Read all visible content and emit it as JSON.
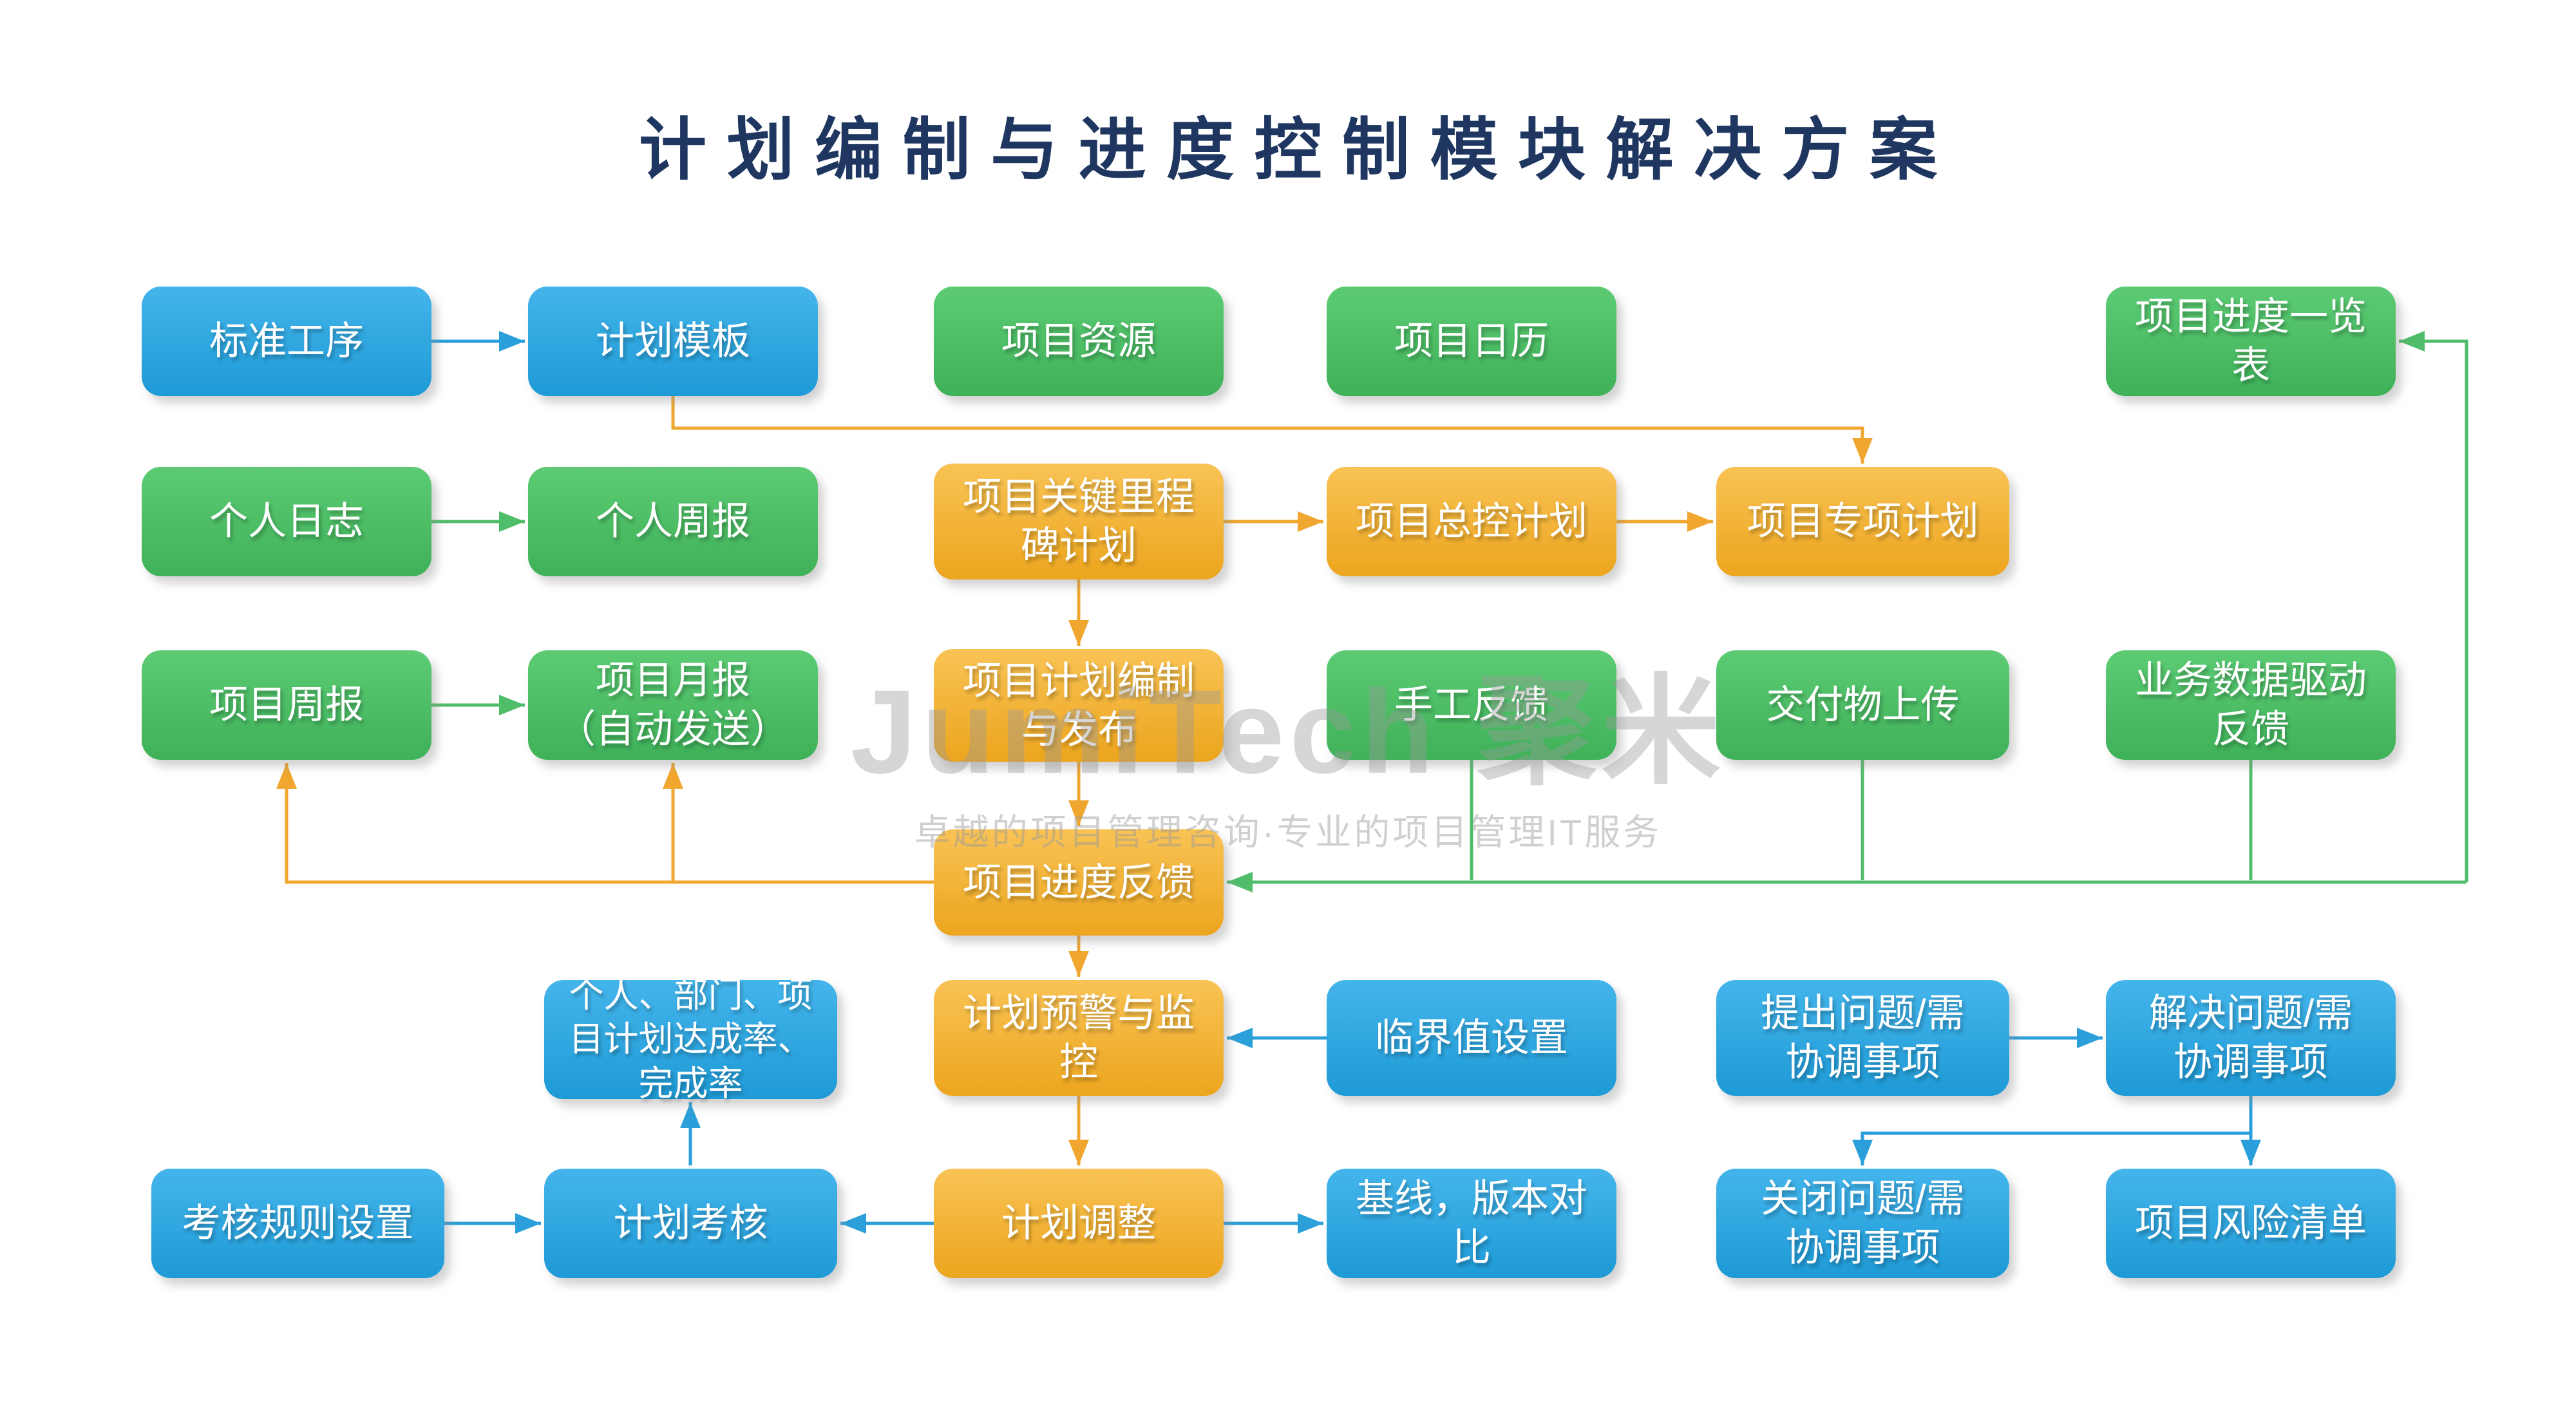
{
  "title": "计划编制与进度控制模块解决方案",
  "watermark": {
    "brand": "JumiTech 聚米",
    "tagline": "卓越的项目管理咨询·专业的项目管理IT服务"
  },
  "colors": {
    "title": "#1F3760",
    "blue_top": "#44B5EB",
    "blue_bottom": "#1E9AD6",
    "green_top": "#5CCB74",
    "green_bottom": "#3FB159",
    "yellow_top": "#F9C355",
    "yellow_bottom": "#ECA51E",
    "arrow_blue": "#2B9FD9",
    "arrow_green": "#50BD6A",
    "arrow_orange": "#F0A62F",
    "watermark": "#9A9A9A"
  },
  "nodes": {
    "std": {
      "label": "标准工序"
    },
    "tmpl": {
      "label": "计划模板"
    },
    "res": {
      "label": "项目资源"
    },
    "cal": {
      "label": "项目日历"
    },
    "overview": {
      "label": "项目进度一览\n表"
    },
    "plog": {
      "label": "个人日志"
    },
    "pweek": {
      "label": "个人周报"
    },
    "milestone": {
      "label": "项目关键里程\n碑计划"
    },
    "master": {
      "label": "项目总控计划"
    },
    "special": {
      "label": "项目专项计划"
    },
    "projweek": {
      "label": "项目周报"
    },
    "projmonth": {
      "label": "项目月报\n（自动发送）"
    },
    "compile": {
      "label": "项目计划编制\n与发布"
    },
    "manual": {
      "label": "手工反馈"
    },
    "deliver": {
      "label": "交付物上传"
    },
    "bizdata": {
      "label": "业务数据驱动\n反馈"
    },
    "feedback": {
      "label": "项目进度反馈"
    },
    "rates": {
      "label": "个人、部门、项\n目计划达成率、\n完成率"
    },
    "alert": {
      "label": "计划预警与监\n控"
    },
    "threshold": {
      "label": "临界值设置"
    },
    "raise": {
      "label": "提出问题/需\n协调事项"
    },
    "solve": {
      "label": "解决问题/需\n协调事项"
    },
    "rules": {
      "label": "考核规则设置"
    },
    "assess": {
      "label": "计划考核"
    },
    "adjust": {
      "label": "计划调整"
    },
    "baseline": {
      "label": "基线，版本对\n比"
    },
    "close": {
      "label": "关闭问题/需\n协调事项"
    },
    "risk": {
      "label": "项目风险清单"
    }
  }
}
